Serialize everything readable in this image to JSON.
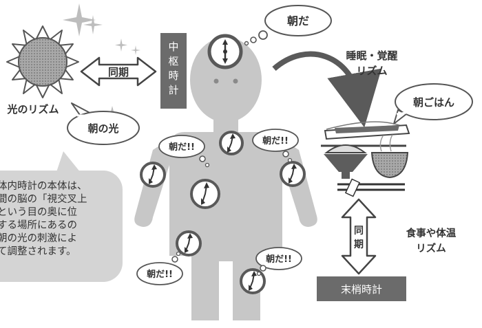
{
  "labels": {
    "morning_top": "朝だ",
    "sync_left": "同期",
    "light_rhythm": "光のリズム",
    "morning_light": "朝の光",
    "central_clock": "中枢時計",
    "central_clock_chars": [
      "中",
      "枢",
      "時",
      "計"
    ],
    "sleep_wake_line1": "睡眠・覚醒",
    "sleep_wake_line2": "リズム",
    "breakfast": "朝ごはん",
    "morning_excl": "朝だ!!",
    "sync_vertical_chars": [
      "同",
      "期"
    ],
    "meal_temp_line1": "食事や体温",
    "meal_temp_line2": "リズム",
    "peripheral_clock": "末梢時計",
    "explanation": "体内時計の本体は、\n間の脳の「視交叉上\nという目の奥に位\nする場所にあるの\n朝の光の刺激によ\nて調整されます。"
  },
  "colors": {
    "body": "#c7c7c7",
    "dark_box": "#6b6b6b",
    "clock_ring": "#595959",
    "bubble_fill": "#d4d4d4",
    "text": "#333333"
  }
}
